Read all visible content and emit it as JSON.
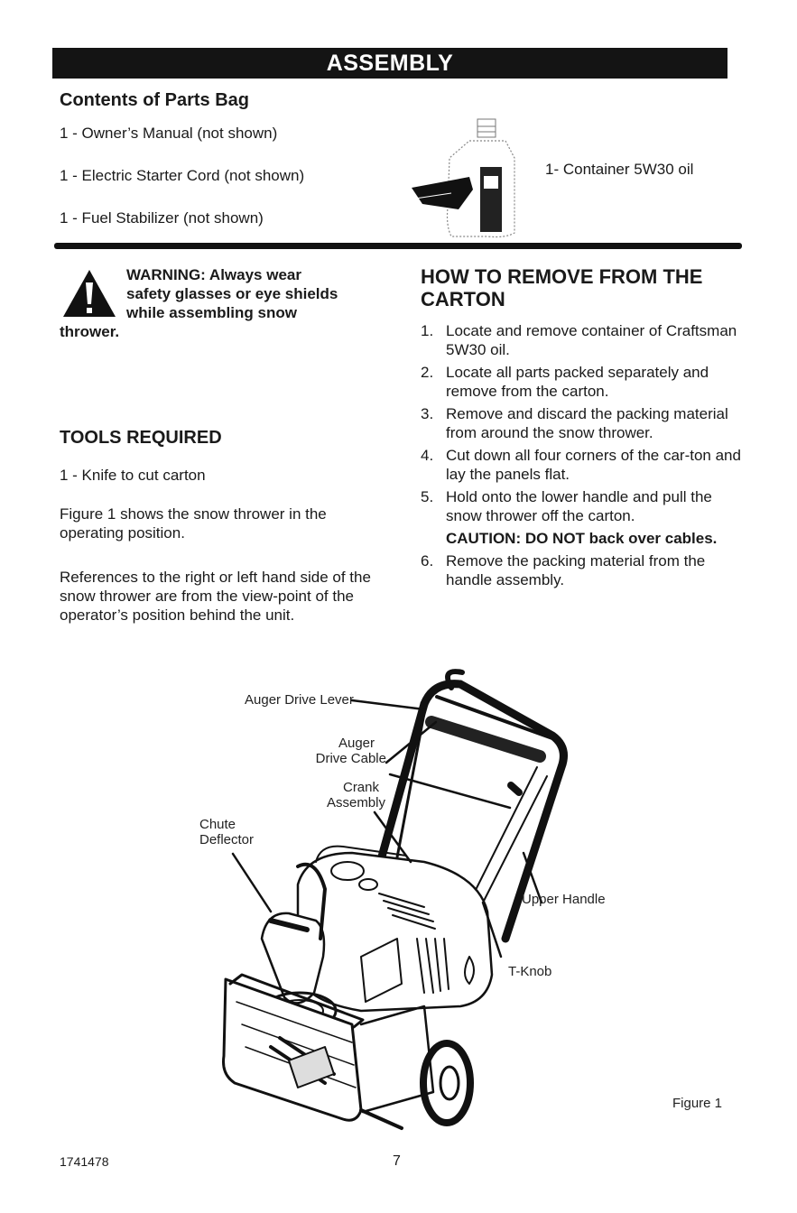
{
  "header": {
    "title": "ASSEMBLY"
  },
  "contents": {
    "title": "Contents of Parts Bag",
    "items": [
      "1 - Owner’s Manual (not shown)",
      "1 - Electric Starter Cord (not shown)",
      "1 - Fuel Stabilizer (not shown)"
    ],
    "oil_label": "1- Container 5W30 oil"
  },
  "warning": {
    "line1": "WARNING: Always wear",
    "line2": "safety glasses or eye shields",
    "line3": "while assembling snow",
    "line4": "thrower."
  },
  "tools": {
    "title": "TOOLS REQUIRED",
    "item": "1 - Knife to cut carton",
    "para1": "Figure 1 shows the snow thrower in the operating position.",
    "para2": "References to the right or left hand side of the snow thrower are from the view-point of the operator’s position behind the unit."
  },
  "remove": {
    "title": "HOW TO REMOVE FROM THE CARTON",
    "steps": [
      {
        "num": "1.",
        "text": "Locate and remove container of Craftsman 5W30 oil."
      },
      {
        "num": "2.",
        "text": "Locate all parts packed separately and remove from the carton."
      },
      {
        "num": "3.",
        "text": "Remove and discard the packing material from around the snow thrower."
      },
      {
        "num": "4.",
        "text": "Cut down all four corners of the car-ton and lay the panels flat."
      },
      {
        "num": "5.",
        "text": "Hold onto the lower handle and pull the snow thrower off the carton."
      },
      {
        "num": "6.",
        "text": "Remove the packing material from the handle assembly."
      }
    ],
    "caution": "CAUTION: DO NOT back over cables."
  },
  "figure": {
    "labels": {
      "auger_drive_lever": "Auger Drive Lever",
      "auger": "Auger",
      "drive_cable": "Drive Cable",
      "crank": "Crank",
      "assembly": "Assembly",
      "chute": "Chute",
      "deflector": "Deflector",
      "upper_handle": "Upper Handle",
      "t_knob": "T-Knob"
    },
    "caption": "Figure 1"
  },
  "footer": {
    "doc_number": "1741478",
    "page_number": "7"
  }
}
